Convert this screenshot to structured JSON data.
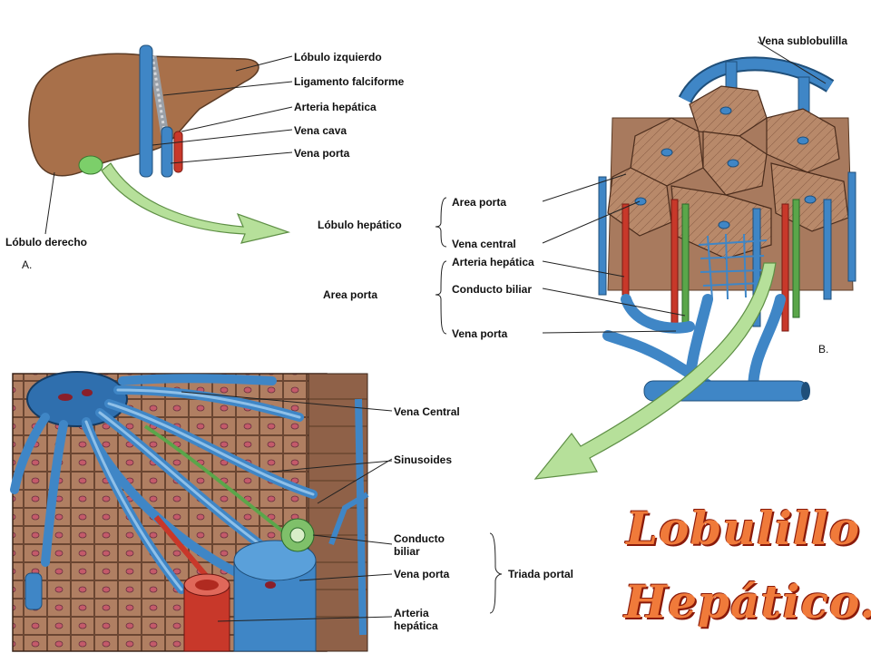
{
  "panel_a": {
    "labels": {
      "lobulo_izquierdo": "Lóbulo izquierdo",
      "ligamento_falciforme": "Ligamento falciforme",
      "arteria_hepatica": "Arteria hepática",
      "vena_cava": "Vena cava",
      "vena_porta": "Vena porta",
      "lobulo_derecho": "Lóbulo derecho",
      "panel_letter": "A."
    }
  },
  "panel_b": {
    "labels": {
      "vena_sublobulilla": "Vena sublobulilla",
      "area_porta_top": "Area porta",
      "lobulo_hepatico": "Lóbulo hepático",
      "vena_central": "Vena central",
      "arteria_hepatica": "Arteria hepática",
      "area_porta": "Area porta",
      "conducto_biliar": "Conducto biliar",
      "vena_porta": "Vena porta",
      "panel_letter": "B."
    }
  },
  "panel_c": {
    "labels": {
      "vena_central": "Vena Central",
      "sinusoides": "Sinusoides",
      "conducto_biliar_1": "Conducto",
      "conducto_biliar_2": "biliar",
      "vena_porta": "Vena porta",
      "arteria_hepatica_1": "Arteria",
      "arteria_hepatica_2": "hepática",
      "triada_portal": "Triada portal"
    }
  },
  "title": {
    "line1": "Lobulillo",
    "line2": "Hepático."
  },
  "colors": {
    "liver": "#a8704a",
    "tissue": "#b58466",
    "vein_blue": "#3f86c6",
    "artery_red": "#c8382a",
    "bile_green": "#5aa64a",
    "arrow_green": "#b6e09a",
    "title_orange": "#f07a3a"
  }
}
